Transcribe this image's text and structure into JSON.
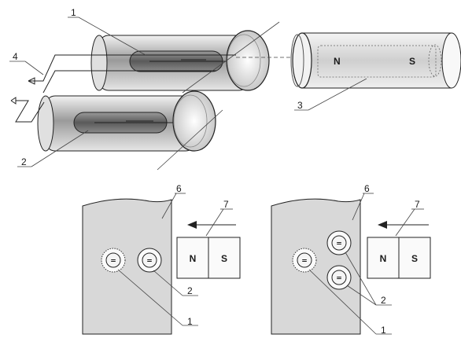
{
  "labels": {
    "reed_switch": "1",
    "reed_switch_2": "2",
    "magnet": "3",
    "leads": "4",
    "plate": "6",
    "bar_magnet": "7"
  },
  "magnet_poles": {
    "north": "N",
    "south": "S"
  },
  "contact_symbol": "="
}
